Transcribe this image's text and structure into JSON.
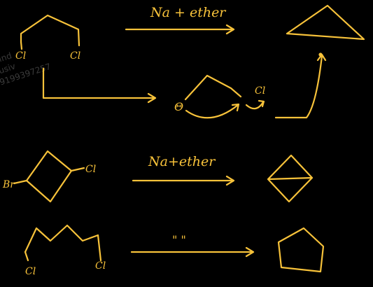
{
  "watermark": {
    "line1": "lind",
    "line2": "usiv",
    "line3": "9199397257"
  },
  "reaction1": {
    "reactant_left_label": "Cl",
    "reactant_right_label": "Cl",
    "reagent": "Na + ether",
    "intermediate_anion": "Θ",
    "leaving_group": "Cl"
  },
  "reaction2": {
    "substituent_left": "Br",
    "substituent_right": "Cl",
    "reagent": "Na+ether"
  },
  "reaction3": {
    "reactant_left_label": "Cl",
    "reactant_right_label": "Cl",
    "reagent": "\"   \""
  },
  "colors": {
    "ink": "#f7c23a",
    "background": "#000000"
  }
}
